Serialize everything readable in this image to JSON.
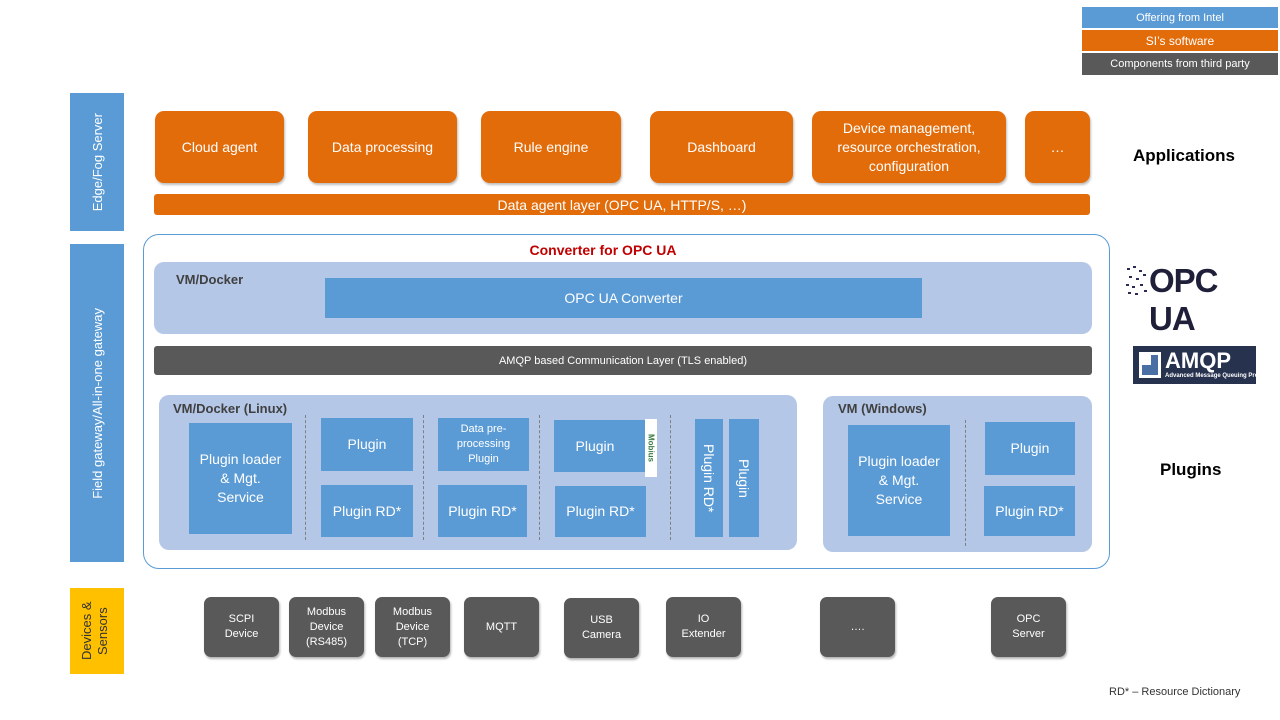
{
  "legend": {
    "intel": "Offering from Intel",
    "si": "SI’s software",
    "third": "Components from third party"
  },
  "tiers": {
    "edge": "Edge/Fog Server",
    "field": "Field gateway/All-in-one gateway",
    "devices": "Devices & Sensors"
  },
  "apps": [
    "Cloud agent",
    "Data processing",
    "Rule engine",
    "Dashboard",
    "Device management, resource orchestration, configuration",
    "…"
  ],
  "data_agent": "Data agent layer (OPC UA, HTTP/S, …)",
  "converter_title": "Converter for OPC UA",
  "vm_docker": "VM/Docker",
  "opc_converter": "OPC  UA Converter",
  "amqp_layer": "AMQP based Communication Layer (TLS enabled)",
  "linux": {
    "title": "VM/Docker (Linux)",
    "loader": "Plugin loader & Mgt. Service",
    "plugin1": "Plugin",
    "plugin1_rd": "Plugin RD*",
    "plugin2": "Data pre-processing Plugin",
    "plugin2_rd": "Plugin RD*",
    "plugin3": "Plugin",
    "plugin3_logo": "Mobius",
    "plugin3_rd": "Plugin RD*",
    "plugin4_rd": "Plugin RD*",
    "plugin4": "Plugin"
  },
  "windows": {
    "title": "VM (Windows)",
    "loader": "Plugin loader & Mgt. Service",
    "plugin": "Plugin",
    "plugin_rd": "Plugin RD*"
  },
  "right_labels": {
    "applications": "Applications",
    "opcua_logo": "OPC UA",
    "amqp_logo": "AMQP",
    "amqp_sub": "Advanced Message Queuing Protocol",
    "plugins": "Plugins"
  },
  "devices": [
    "SCPI Device",
    "Modbus Device (RS485)",
    "Modbus Device (TCP)",
    "MQTT",
    "USB Camera",
    "IO Extender",
    "….",
    "OPC Server"
  ],
  "footnote": "RD* – Resource Dictionary",
  "colors": {
    "intel": "#5b9bd5",
    "si": "#e36c0a",
    "third": "#595959",
    "tier": "#5b9bd5",
    "devices_tier": "#ffc000",
    "title_red": "#c00000"
  }
}
